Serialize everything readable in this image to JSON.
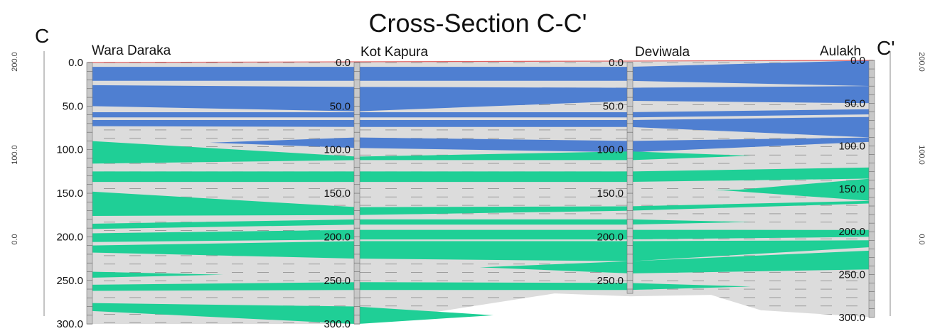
{
  "title": "Cross-Section C-C'",
  "section": {
    "start_label": "C",
    "end_label": "C'"
  },
  "elevation_scale": {
    "left_ticks": [
      "200.0",
      "100.0",
      "0.0"
    ],
    "right_ticks": [
      "200.0",
      "100.0",
      "0.0"
    ]
  },
  "colors": {
    "background": "#ffffff",
    "clay": "#dcdcdc",
    "clay_dash": "#8c8c8c",
    "aquifer_blue": "#4f7fd1",
    "aquifer_green": "#1fcf96",
    "surface_line": "#e06060"
  },
  "wells": [
    {
      "name": "Wara Daraka",
      "depth_labels": [
        "0.0",
        "50.0",
        "100.0",
        "150.0",
        "200.0",
        "250.0",
        "300.0"
      ]
    },
    {
      "name": "Kot Kapura",
      "depth_labels": [
        "0.0",
        "50.0",
        "100.0",
        "150.0",
        "200.0",
        "250.0",
        "300.0"
      ]
    },
    {
      "name": "Deviwala",
      "depth_labels": [
        "0.0",
        "50.0",
        "100.0",
        "150.0",
        "200.0",
        "250.0"
      ]
    },
    {
      "name": "Aulakh",
      "depth_labels": [
        "0.0",
        "50.0",
        "100.0",
        "150.0",
        "200.0",
        "250.0",
        "300.0"
      ]
    }
  ],
  "layers": [
    {
      "kind": "blue",
      "segments": [
        [
          0,
          5,
          21
        ],
        [
          1,
          5,
          21
        ],
        [
          2,
          5,
          21
        ],
        [
          3,
          0,
          30
        ]
      ]
    },
    {
      "kind": "blue",
      "segments": [
        [
          0,
          26,
          50
        ],
        [
          1,
          28,
          56
        ],
        [
          2,
          29,
          44
        ],
        [
          3,
          30,
          50
        ]
      ]
    },
    {
      "kind": "blue",
      "segments": [
        [
          0,
          57,
          63
        ],
        [
          1,
          57,
          63
        ],
        [
          2,
          57,
          63
        ],
        [
          3,
          57,
          63
        ]
      ]
    },
    {
      "kind": "blue",
      "segments": [
        [
          0,
          66,
          73
        ],
        [
          1,
          66,
          74
        ],
        [
          2,
          66,
          74
        ],
        [
          3,
          66,
          90
        ]
      ]
    },
    {
      "kind": "blue",
      "segments": [
        [
          1,
          86,
          98
        ],
        [
          2,
          90,
          103
        ],
        [
          3,
          90,
          95
        ]
      ]
    },
    {
      "kind": "green",
      "segments": [
        [
          0,
          90,
          116
        ],
        [
          1,
          108,
          112
        ],
        [
          2,
          102,
          112
        ]
      ]
    },
    {
      "kind": "green",
      "segments": [
        [
          0,
          125,
          137
        ],
        [
          1,
          125,
          137
        ],
        [
          2,
          125,
          137
        ],
        [
          3,
          125,
          138
        ]
      ]
    },
    {
      "kind": "green",
      "segments": [
        [
          3,
          138,
          164
        ]
      ]
    },
    {
      "kind": "green",
      "segments": [
        [
          0,
          148,
          176
        ],
        [
          1,
          166,
          175
        ],
        [
          2,
          165,
          170
        ],
        [
          3,
          164,
          167
        ]
      ]
    },
    {
      "kind": "green",
      "segments": [
        [
          0,
          185,
          191
        ],
        [
          1,
          180,
          186
        ],
        [
          2,
          180,
          186
        ]
      ]
    },
    {
      "kind": "green",
      "segments": [
        [
          0,
          196,
          206
        ],
        [
          1,
          192,
          203
        ],
        [
          2,
          192,
          203
        ],
        [
          3,
          198,
          206
        ]
      ]
    },
    {
      "kind": "green",
      "segments": [
        [
          0,
          210,
          218
        ],
        [
          1,
          205,
          225
        ],
        [
          2,
          205,
          228
        ],
        [
          3,
          210,
          218
        ]
      ]
    },
    {
      "kind": "green",
      "segments": [
        [
          2,
          228,
          242
        ],
        [
          3,
          222,
          244
        ]
      ]
    },
    {
      "kind": "green",
      "segments": [
        [
          0,
          240,
          247
        ]
      ]
    },
    {
      "kind": "green",
      "segments": [
        [
          0,
          255,
          262
        ],
        [
          1,
          252,
          261
        ],
        [
          2,
          253,
          261
        ]
      ]
    },
    {
      "kind": "green",
      "segments": [
        [
          0,
          276,
          285
        ],
        [
          1,
          280,
          300
        ]
      ]
    }
  ],
  "bottom_depths": [
    300,
    300,
    265,
    300
  ]
}
